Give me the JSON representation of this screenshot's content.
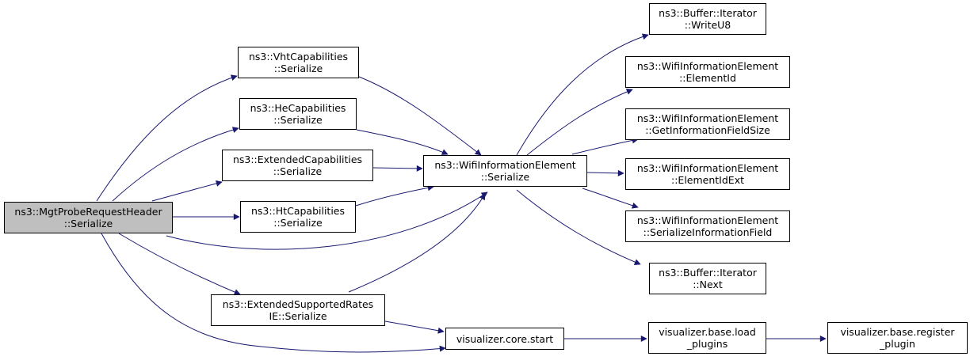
{
  "colors": {
    "edge": "#191970",
    "root_fill": "#bfbfbf",
    "node_fill": "#ffffff",
    "border": "#000000"
  },
  "nodes": {
    "root": {
      "line1": "ns3::MgtProbeRequestHeader",
      "line2": "::Serialize"
    },
    "vht": {
      "line1": "ns3::VhtCapabilities",
      "line2": "::Serialize"
    },
    "he": {
      "line1": "ns3::HeCapabilities",
      "line2": "::Serialize"
    },
    "extcap": {
      "line1": "ns3::ExtendedCapabilities",
      "line2": "::Serialize"
    },
    "ht": {
      "line1": "ns3::HtCapabilities",
      "line2": "::Serialize"
    },
    "extrates": {
      "line1": "ns3::ExtendedSupportedRates",
      "line2": "IE::Serialize"
    },
    "wie": {
      "line1": "ns3::WifiInformationElement",
      "line2": "::Serialize"
    },
    "viscore": {
      "line1": "visualizer.core.start",
      "line2": ""
    },
    "writeu8": {
      "line1": "ns3::Buffer::Iterator",
      "line2": "::WriteU8"
    },
    "elemid": {
      "line1": "ns3::WifiInformationElement",
      "line2": "::ElementId"
    },
    "getsize": {
      "line1": "ns3::WifiInformationElement",
      "line2": "::GetInformationFieldSize"
    },
    "elemidext": {
      "line1": "ns3::WifiInformationElement",
      "line2": "::ElementIdExt"
    },
    "serfield": {
      "line1": "ns3::WifiInformationElement",
      "line2": "::SerializeInformationField"
    },
    "next": {
      "line1": "ns3::Buffer::Iterator",
      "line2": "::Next"
    },
    "load": {
      "line1": "visualizer.base.load",
      "line2": "_plugins"
    },
    "register": {
      "line1": "visualizer.base.register",
      "line2": "_plugin"
    }
  }
}
